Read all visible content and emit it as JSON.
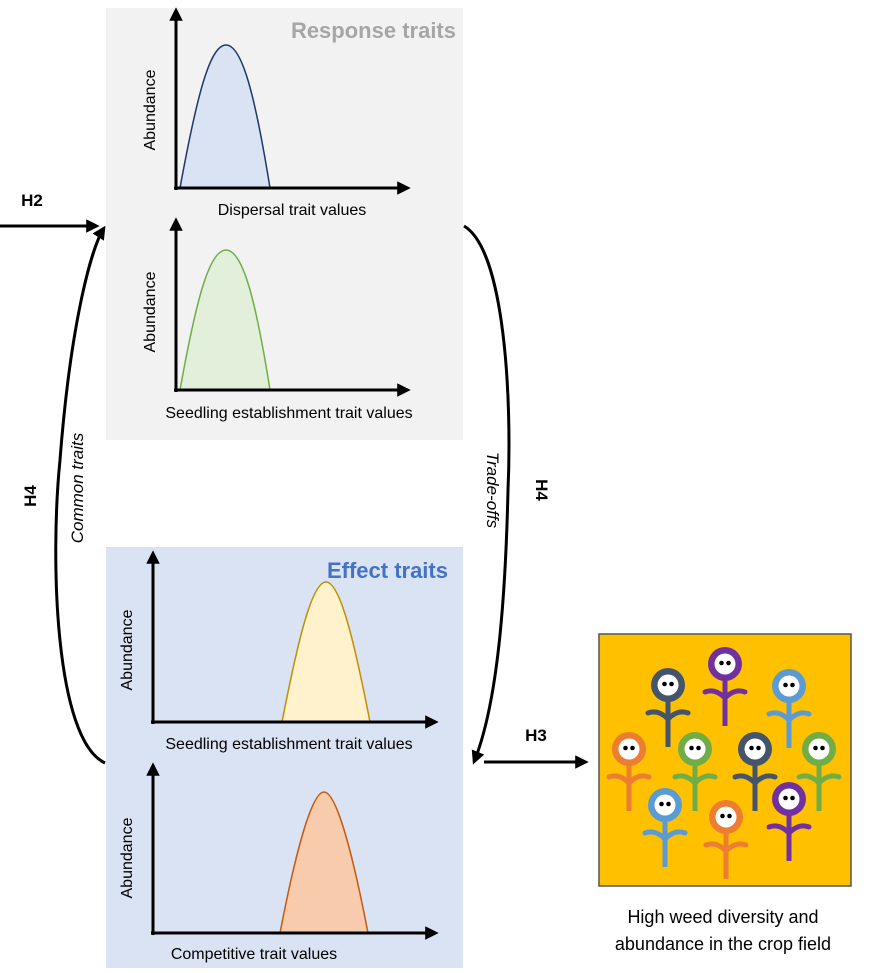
{
  "response_panel": {
    "title": "Response traits",
    "plots": [
      {
        "ylabel": "Abundance",
        "xlabel": "Dispersal trait values",
        "curve_color": "#1f3864",
        "fill_color": "#d9e3f3"
      },
      {
        "ylabel": "Abundance",
        "xlabel": "Seedling establishment trait values",
        "curve_color": "#70ad47",
        "fill_color": "#e2efda"
      }
    ]
  },
  "effect_panel": {
    "title": "Effect traits",
    "plots": [
      {
        "ylabel": "Abundance",
        "xlabel": "Seedling establishment trait values",
        "curve_color": "#bf9000",
        "fill_color": "#fff2cc"
      },
      {
        "ylabel": "Abundance",
        "xlabel": "Competitive trait values",
        "curve_color": "#c55a11",
        "fill_color": "#f8cbad"
      }
    ]
  },
  "arrows": {
    "h2": "H2",
    "h3": "H3",
    "h4_left": "H4",
    "h4_right": "H4",
    "common_traits": "Common traits",
    "trade_offs": "Trade-offs"
  },
  "weed_field": {
    "background": "#ffc000",
    "caption_line1": "High weed diversity and",
    "caption_line2": "abundance in the crop field",
    "flowers": [
      {
        "color": "#44546a"
      },
      {
        "color": "#7030a0"
      },
      {
        "color": "#5b9bd5"
      },
      {
        "color": "#ed7d31"
      },
      {
        "color": "#70ad47"
      },
      {
        "color": "#44546a"
      },
      {
        "color": "#70ad47"
      },
      {
        "color": "#5b9bd5"
      },
      {
        "color": "#ed7d31"
      },
      {
        "color": "#7030a0"
      }
    ]
  },
  "colors": {
    "response_bg": "#f2f2f2",
    "effect_bg": "#dae3f3",
    "response_title": "#a6a6a6",
    "effect_title": "#4472c4"
  }
}
